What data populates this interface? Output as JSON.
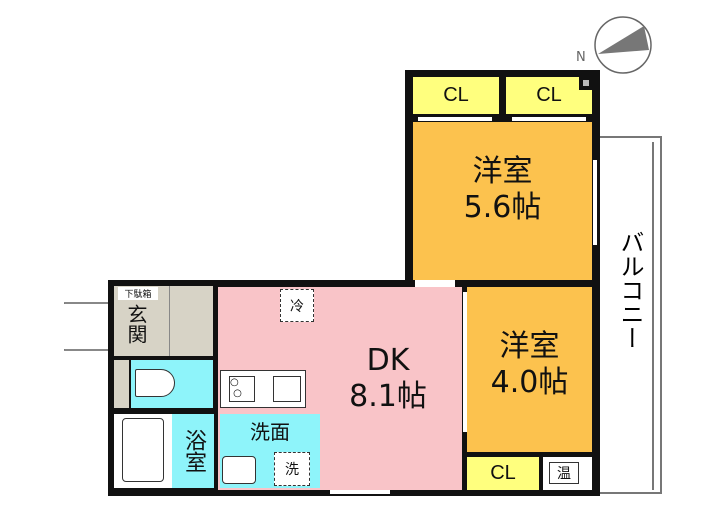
{
  "compass": {
    "label": "N"
  },
  "rooms": {
    "bedroom1": {
      "name": "洋室",
      "size": "5.6帖"
    },
    "bedroom2": {
      "name": "洋室",
      "size": "4.0帖"
    },
    "dk": {
      "name": "DK",
      "size": "8.1帖"
    },
    "closets": [
      "CL",
      "CL",
      "CL"
    ],
    "water_heater": "温",
    "shoe_box": "下駄箱",
    "entrance": "玄関",
    "bath": "浴室",
    "washroom": "洗面",
    "washer": "洗",
    "fridge": "冷",
    "balcony": "バルコニー"
  },
  "colors": {
    "western_room": "#FCC24E",
    "dk": "#F9C4C8",
    "water": "#8EF4FA",
    "closet": "#FFFF7E",
    "entrance": "#D7D3C6"
  }
}
